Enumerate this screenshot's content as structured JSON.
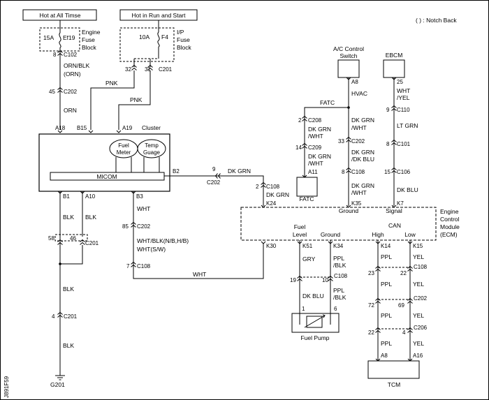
{
  "notes": {
    "notch": "( ) : Notch Back",
    "side_code": "J891F59"
  },
  "power": {
    "hot_all": "Hot at All Timse",
    "hot_run": "Hot in Run and Start",
    "engine_fuse": {
      "amp": "15A",
      "name": "Ef19",
      "l1": "Engine",
      "l2": "Fuse",
      "l3": "Block"
    },
    "ip_fuse": {
      "amp": "10A",
      "name": "F4",
      "l1": "I/P",
      "l2": "Fuse",
      "l3": "Block"
    }
  },
  "wires": {
    "orn_blk": "ORN/BLK",
    "orn_paren": "(ORN)",
    "orn": "ORN",
    "pnk": "PNK",
    "dk_grn": "DK GRN",
    "blk": "BLK",
    "wht": "WHT",
    "wht_blk": "WHT/BLK(N/B,H/B)",
    "wht_sw": "WHT(S/W)",
    "dkgrn_wht_1": "DK GRN",
    "dkgrn_wht_2": "/WHT",
    "dkgrn_dkblu_1": "DK GRN",
    "dkgrn_dkblu_2": "/DK BLU",
    "wht_yel_1": "WHT",
    "wht_yel_2": "/YEL",
    "lt_grn": "LT GRN",
    "dk_blu": "DK BLU",
    "gry": "GRY",
    "ppl_blk_1": "PPL",
    "ppl_blk_2": "/BLK",
    "ppl": "PPL",
    "yel": "YEL",
    "hvac": "HVAC",
    "fatc_wire": "FATC"
  },
  "connectors": {
    "c102": "C102",
    "c202": "C202",
    "c201": "C201",
    "c108": "C108",
    "c208": "C208",
    "c209": "C209",
    "c110": "C110",
    "c101": "C101",
    "c106": "C106",
    "c206": "C206"
  },
  "pins": {
    "p8": "8",
    "p45": "45",
    "p32": "32",
    "p31": "31",
    "a18": "A18",
    "b15": "B15",
    "a19": "A19",
    "b2": "B2",
    "p9": "9",
    "b1": "B1",
    "a10": "A10",
    "b3": "B3",
    "p58": "58",
    "p46": "46",
    "p85": "85",
    "p7": "7",
    "p4": "4",
    "p2a": "2",
    "p14": "14",
    "a11": "A11",
    "a8": "A8",
    "p33": "33",
    "p8b": "8",
    "k35": "K35",
    "p25": "25",
    "p9b": "9",
    "p8c": "8",
    "p15": "15",
    "k7": "K7",
    "p2b": "2",
    "k24": "K24",
    "k30": "K30",
    "k51": "K51",
    "k34": "K34",
    "k14": "K14",
    "k15": "K15",
    "p19": "19",
    "p10": "10",
    "p1": "1",
    "p6": "6",
    "p23": "23",
    "p22a": "22",
    "p72": "72",
    "p69": "69",
    "p22b": "22",
    "p4b": "4",
    "a8b": "A8",
    "a16": "A16"
  },
  "cluster": {
    "title": "Cluster",
    "fuel1": "Fuel",
    "fuel2": "Meter",
    "temp1": "Temp",
    "temp2": "Guage",
    "micom": "MICOM"
  },
  "ecm": {
    "l1": "Engine",
    "l2": "Control",
    "l3": "Module",
    "l4": "(ECM)",
    "ground_top": "Ground",
    "signal": "Signal",
    "fuel_level_1": "Fuel",
    "fuel_level_2": "Level",
    "ground": "Ground",
    "can": "CAN",
    "high": "High",
    "low": "Low"
  },
  "components": {
    "ac_switch_1": "A/C Control",
    "ac_switch_2": "Switch",
    "ebcm": "EBCM",
    "fatc": "FATC",
    "fuel_pump": "Fuel Pump",
    "tcm": "TCM",
    "ground": "G201"
  }
}
